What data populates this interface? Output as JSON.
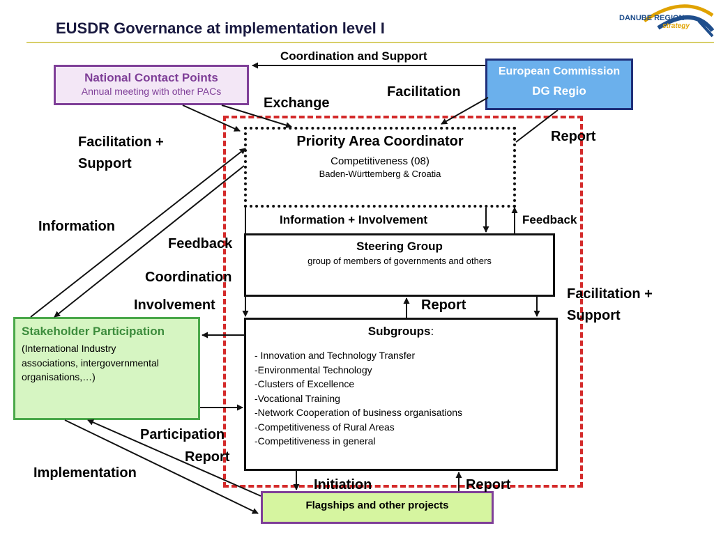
{
  "title": "EUSDR Governance at implementation level I",
  "logo": {
    "line1": "DANUBE REGION",
    "line2": "strategy"
  },
  "boxes": {
    "ncp": {
      "title": "National Contact Points",
      "subtitle": "Annual meeting with other PACs"
    },
    "ec": {
      "title": "European Commission",
      "subtitle": "DG Regio"
    },
    "pac": {
      "title": "Priority Area Coordinator",
      "line1": "Competitiveness (08)",
      "line2": "Baden-Württemberg & Croatia"
    },
    "steering": {
      "title": "Steering Group",
      "subtitle": "group of members of governments and others"
    },
    "subgroups": {
      "title": "Subgroups",
      "title_suffix": ":",
      "items": [
        "- Innovation and Technology Transfer",
        "-Environmental Technology",
        "-Clusters of Excellence",
        "-Vocational Training",
        "-Network Cooperation of business organisations",
        "-Competitiveness of Rural Areas",
        "-Competitiveness in general"
      ]
    },
    "stakeholder": {
      "title": "Stakeholder Participation",
      "lines": [
        "(International Industry",
        "associations, intergovernmental",
        "organisations,…)"
      ]
    },
    "flagships": {
      "title": "Flagships and other projects"
    }
  },
  "labels": {
    "coordination_support": "Coordination and Support",
    "facilitation_top": "Facilitation",
    "exchange": "Exchange",
    "report_top": "Report",
    "facilitation_support_left_1": "Facilitation +",
    "facilitation_support_left_2": "Support",
    "information": "Information",
    "information_involvement": "Information + Involvement",
    "feedback_right": "Feedback",
    "feedback_left": "Feedback",
    "coordination": "Coordination",
    "involvement": "Involvement",
    "report_mid": "Report",
    "facilitation_support_right_1": "Facilitation +",
    "facilitation_support_right_2": "Support",
    "participation": "Participation",
    "report_lower_left": "Report",
    "implementation": "Implementation",
    "initiation": "Initiation",
    "report_bottom": "Report"
  },
  "colors": {
    "purple": "#7f3f98",
    "blue_fill": "#6bb0ec",
    "navy": "#1f2f7a",
    "red_dash": "#d42a2a",
    "green_border": "#4aa84a",
    "green_fill": "#d6f5c2",
    "flag_fill": "#d6f5a0"
  }
}
